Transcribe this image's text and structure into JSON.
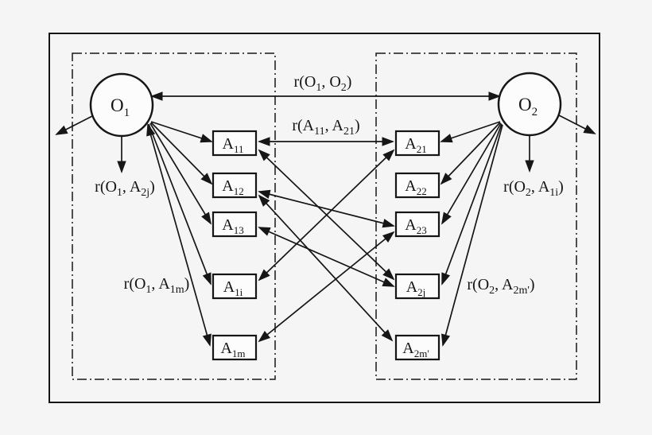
{
  "figure": {
    "description": "object-attribute relationship diagram",
    "colors": {
      "background": "#f5f5f5",
      "line": "#161616",
      "node_fill": "#fcfcfc"
    },
    "objects": [
      {
        "id": "o1",
        "label": "O_1_"
      },
      {
        "id": "o2",
        "label": "O_2_"
      }
    ],
    "attributes": {
      "left": [
        {
          "id": "a11",
          "label": "A_11_"
        },
        {
          "id": "a12",
          "label": "A_12_"
        },
        {
          "id": "a13",
          "label": "A_13_"
        },
        {
          "id": "a1i",
          "label": "A_1i_"
        },
        {
          "id": "a1m",
          "label": "A_1m_"
        }
      ],
      "right": [
        {
          "id": "a21",
          "label": "A_21_"
        },
        {
          "id": "a22",
          "label": "A_22_"
        },
        {
          "id": "a23",
          "label": "A_23_"
        },
        {
          "id": "a2j",
          "label": "A_2j_"
        },
        {
          "id": "a2m",
          "label": "A_2m'_"
        }
      ]
    },
    "relation_labels": [
      {
        "id": "r-o1-o2",
        "text": "r(O_1_, O_2_)"
      },
      {
        "id": "r-a11-a21",
        "text": "r(A_11_, A_21_)"
      },
      {
        "id": "r-o1-a2j",
        "text": "r(O_1_, A_2j_)"
      },
      {
        "id": "r-o2-a1i",
        "text": "r(O_2_, A_1i_)"
      },
      {
        "id": "r-o1-a1m",
        "text": "r(O_1_, A_1m_)"
      },
      {
        "id": "r-o2-a2m",
        "text": "r(O_2_, A_2m'_)"
      }
    ],
    "edges": [
      {
        "from": "o1",
        "to": "o2",
        "double": true
      },
      {
        "from": "a11",
        "to": "a21",
        "double": true
      },
      {
        "from": "o1",
        "to": "a11",
        "double": false
      },
      {
        "from": "o1",
        "to": "a12",
        "double": false
      },
      {
        "from": "o1",
        "to": "a13",
        "double": false
      },
      {
        "from": "o1",
        "to": "a1i",
        "double": false
      },
      {
        "from": "o1",
        "to": "a1m",
        "double": true
      },
      {
        "from": "o2",
        "to": "a21",
        "double": false
      },
      {
        "from": "o2",
        "to": "a22",
        "double": false
      },
      {
        "from": "o2",
        "to": "a23",
        "double": false
      },
      {
        "from": "o2",
        "to": "a2j",
        "double": false
      },
      {
        "from": "o2",
        "to": "a2m",
        "double": false
      },
      {
        "from": "a11",
        "to": "a2j",
        "double": true
      },
      {
        "from": "a12",
        "to": "a23",
        "double": true
      },
      {
        "from": "a12",
        "to": "a2m",
        "double": true
      },
      {
        "from": "a13",
        "to": "a2j",
        "double": true
      },
      {
        "from": "a1i",
        "to": "a21",
        "double": true
      },
      {
        "from": "a1m",
        "to": "a23",
        "double": true
      },
      {
        "from": "o1",
        "to": "ext",
        "double": false
      },
      {
        "from": "o1",
        "to": "sub",
        "double": false
      },
      {
        "from": "o2",
        "to": "ext",
        "double": false
      },
      {
        "from": "o2",
        "to": "sub",
        "double": false
      }
    ]
  }
}
